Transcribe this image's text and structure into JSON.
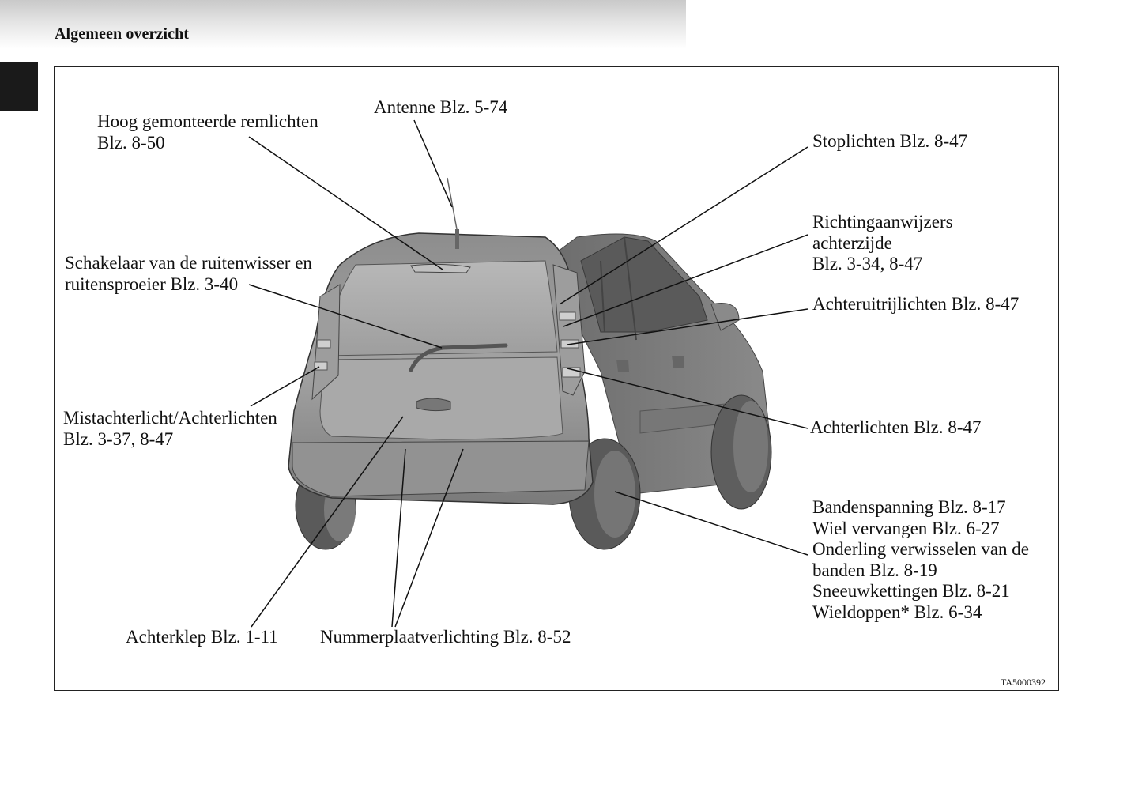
{
  "header": {
    "title": "Algemeen overzicht"
  },
  "figure": {
    "code": "TA5000392",
    "labels": {
      "antenne": "Antenne Blz. 5-74",
      "hoog_remlichten": [
        "Hoog gemonteerde remlichten",
        "Blz. 8-50"
      ],
      "stoplichten": "Stoplichten Blz. 8-47",
      "richtingaanwijzers": [
        "Richtingaanwijzers",
        "achterzijde",
        "Blz. 3-34, 8-47"
      ],
      "schakelaar": [
        "Schakelaar van de ruitenwisser en",
        "ruitensproeier Blz. 3-40"
      ],
      "achteruitrij": "Achteruitrijlichten Blz. 8-47",
      "mistachterlicht": [
        "Mistachterlicht/Achterlichten",
        "Blz. 3-37, 8-47"
      ],
      "achterlichten": "Achterlichten Blz. 8-47",
      "banden": [
        "Bandenspanning  Blz. 8-17",
        "Wiel vervangen  Blz. 6-27",
        "Onderling verwisselen van de",
        "banden  Blz. 8-19",
        "Sneeuwkettingen  Blz. 8-21",
        "Wieldoppen* Blz. 6-34"
      ],
      "achterklep": "Achterklep  Blz. 1-11",
      "nummerplaat": "Nummerplaatverlichting  Blz. 8-52"
    }
  }
}
